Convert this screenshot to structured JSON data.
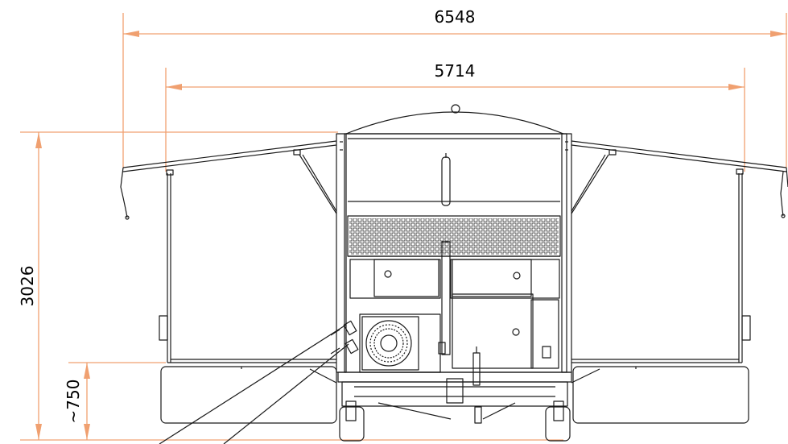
{
  "dimensions": {
    "overall_width": "6548",
    "inner_width": "5714",
    "height": "3026",
    "ground_clearance": "~750"
  },
  "colors": {
    "dimension_line": "#f0a070",
    "outline": "#1a1a1a",
    "background": "#ffffff"
  }
}
